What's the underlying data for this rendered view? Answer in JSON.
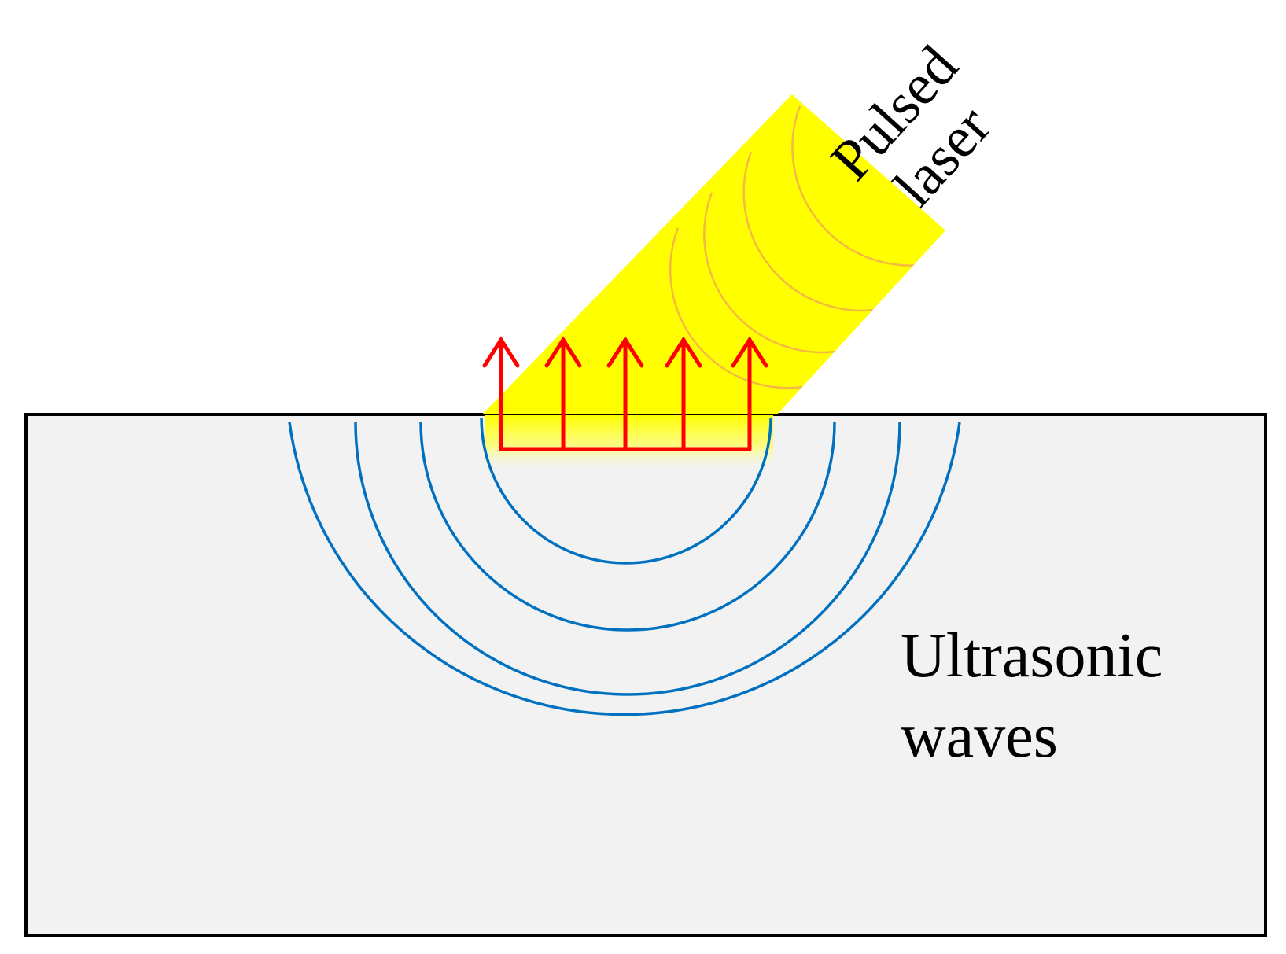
{
  "labels": {
    "laser_line1": "Pulsed",
    "laser_line2": "laser",
    "waves_line1": "Ultrasonic",
    "waves_line2": "waves"
  },
  "colors": {
    "background": "#ffffff",
    "material": "#f2f2f2",
    "material_border": "#000000",
    "laser_beam": "#ffff00",
    "laser_wavefront": "#f5b942",
    "force_arrows": "#ff0000",
    "ultrasonic_waves": "#0070c0"
  },
  "icons": {
    "arrows": "up-arrow",
    "waves": "semicircle-arcs"
  }
}
